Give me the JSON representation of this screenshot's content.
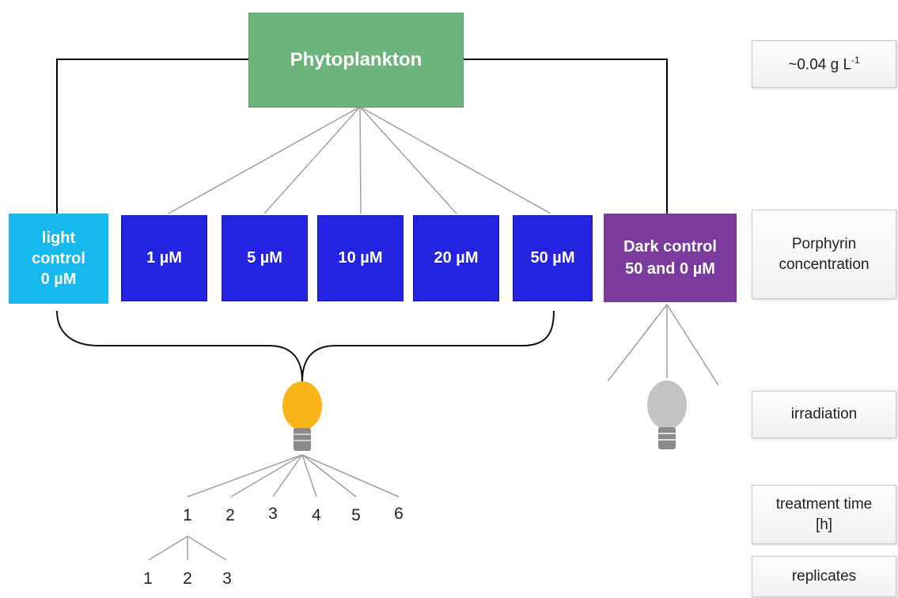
{
  "top": {
    "label": "Phytoplankton",
    "color": "#6db37c"
  },
  "light_control": {
    "lines": [
      "light",
      "control",
      "0 µM"
    ],
    "color": "#16b8f0"
  },
  "concentrations": [
    "1 µM",
    "5 µM",
    "10 µM",
    "20 µM",
    "50 µM"
  ],
  "dark_control": {
    "lines": [
      "Dark control",
      "50 and 0 µM"
    ],
    "color": "#7b3a9e"
  },
  "bulbs": {
    "light_color": "#f9b51a",
    "dark_color": "#c4c4c4",
    "base_color": "#8a8a8a"
  },
  "treatment_times": [
    "1",
    "2",
    "3",
    "4",
    "5",
    "6"
  ],
  "replicates": [
    "1",
    "2",
    "3"
  ],
  "side_labels": {
    "concentration_main": "~0.04 g L",
    "concentration_sup": "-1",
    "porphyrin": [
      "Porphyrin",
      "concentration"
    ],
    "irradiation": "irradiation",
    "treatment_time": [
      "treatment time",
      "[h]"
    ],
    "replicates": "replicates"
  }
}
